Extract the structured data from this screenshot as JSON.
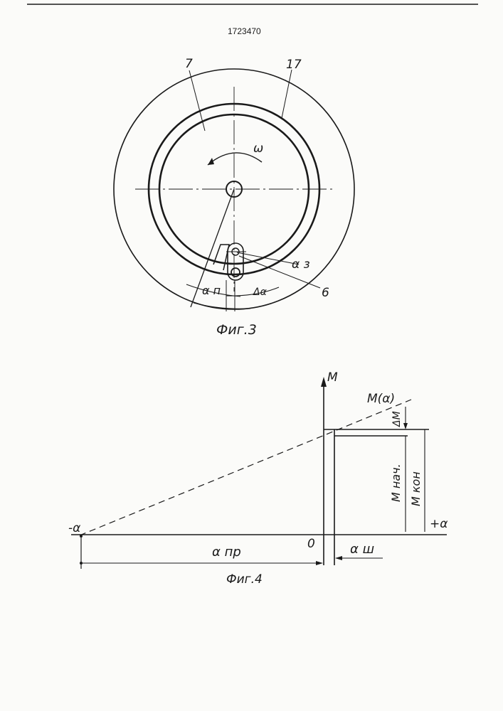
{
  "header": {
    "doc_number": "1723470"
  },
  "fig3": {
    "caption": "Фиг.3",
    "label_disk": "7",
    "label_ring": "17",
    "label_part": "6",
    "omega": "ω",
    "alpha_z": "α з",
    "alpha_p": "α п",
    "delta_alpha": "Δα"
  },
  "fig4": {
    "caption": "Фиг.4",
    "axis_m": "M",
    "curve_label": "M(α)",
    "delta_m": "ΔM",
    "m_nach": "M нач.",
    "m_kon": "M кон",
    "minus_alpha": "-α",
    "plus_alpha": "+α",
    "origin": "0",
    "alpha_pr": "α пр",
    "alpha_sh": "α ш"
  }
}
